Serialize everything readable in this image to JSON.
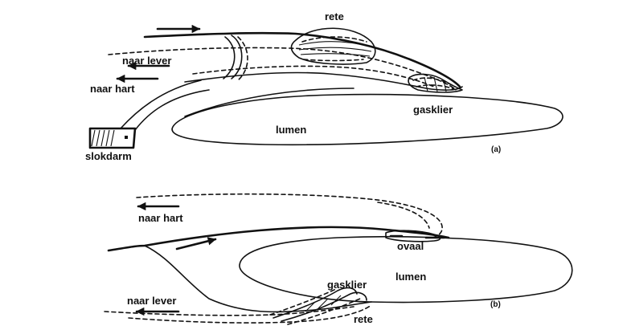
{
  "panel_a": {
    "labels": {
      "rete": "rete",
      "to_liver": "naar lever",
      "to_heart": "naar hart",
      "gas_gland": "gasklier",
      "lumen": "lumen",
      "esophagus": "slokdarm",
      "panel_id": "(a)"
    }
  },
  "panel_b": {
    "labels": {
      "to_heart": "naar hart",
      "oval": "ovaal",
      "lumen": "lumen",
      "gas_gland": "gasklier",
      "to_liver": "naar lever",
      "rete": "rete",
      "panel_id": "(b)"
    }
  },
  "colors": {
    "line": "#111111",
    "background": "#ffffff"
  }
}
